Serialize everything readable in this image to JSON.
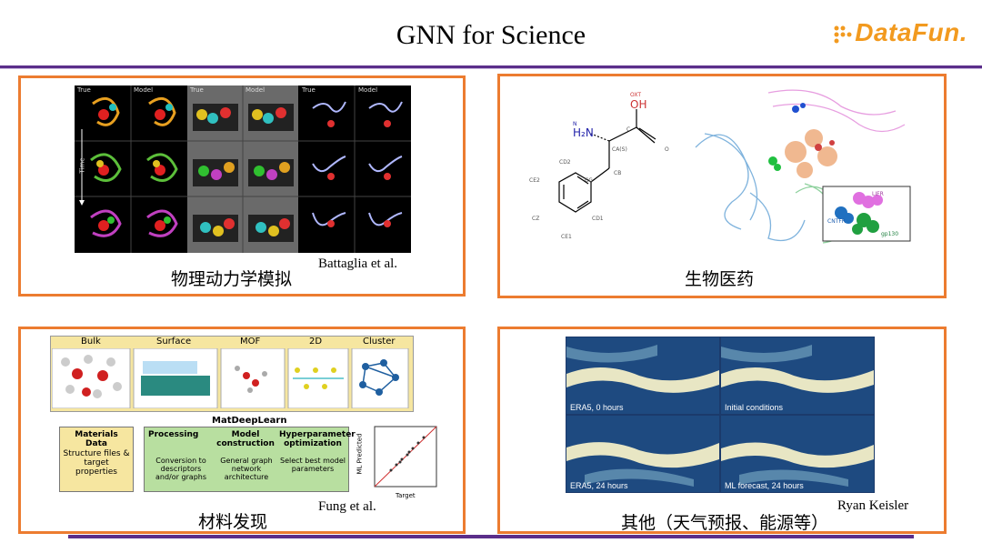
{
  "header": {
    "title": "GNN for Science",
    "logo_text": "DataFun."
  },
  "panels": {
    "physics": {
      "caption": "物理动力学模拟",
      "citation": "Battaglia et al.",
      "col_headers": [
        "True",
        "Model",
        "True",
        "Model",
        "True",
        "Model"
      ],
      "axis_label": "Time"
    },
    "biomed": {
      "caption": "生物医药",
      "atom_labels": [
        "OXT",
        "OH",
        "H₂N",
        "N",
        "C",
        "O",
        "CA(S)",
        "CB",
        "CG",
        "CD2",
        "CE2",
        "CZ",
        "CD1",
        "CE1"
      ],
      "inset_labels": [
        "LIFR",
        "CNTFR",
        "gp130"
      ]
    },
    "materials": {
      "caption": "材料发现",
      "citation": "Fung et al.",
      "structure_types": [
        "Bulk",
        "Surface",
        "MOF",
        "2D",
        "Cluster"
      ],
      "pipeline_title": "MatDeepLearn",
      "data_box": {
        "title": "Materials Data",
        "text": "Structure files & target properties"
      },
      "steps": [
        {
          "title": "Processing",
          "text": "Conversion to descriptors and/or graphs"
        },
        {
          "title": "Model construction",
          "text": "General graph network architecture"
        },
        {
          "title": "Hyperparameter optimization",
          "text": "Select best model parameters"
        }
      ],
      "plot_ylabel": "ML Predicted",
      "plot_xlabel": "Target"
    },
    "other": {
      "caption": "其他（天气预报、能源等）",
      "citation": "Ryan Keisler",
      "frames": [
        "ERA5, 0 hours",
        "Initial conditions",
        "ERA5, 24 hours",
        "ML forecast, 24 hours"
      ]
    }
  },
  "colors": {
    "panel_border": "#ec7c30",
    "accent_purple": "#5b2e8a",
    "logo_orange": "#f29a1f"
  }
}
